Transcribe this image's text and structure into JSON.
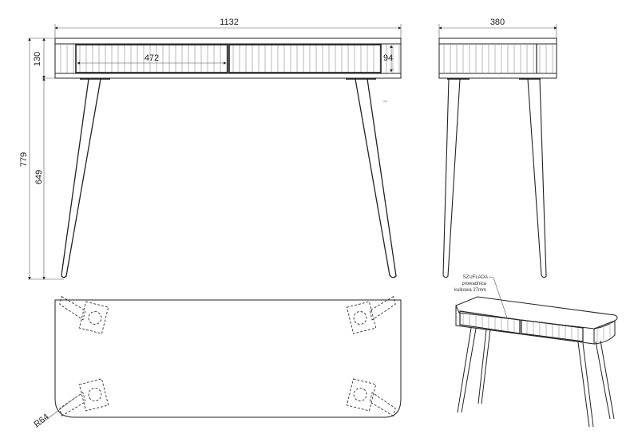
{
  "drawing": {
    "subject": "console table with two fluted drawers",
    "colors": {
      "line": "#222222",
      "slat": "#9a9a9a",
      "background": "#ffffff"
    }
  },
  "front_view": {
    "width_label": "1132",
    "apron_height_label": "130",
    "total_height_label": "779",
    "leg_height_label": "649",
    "drawer_width_label": "472",
    "drawer_height_label": "94"
  },
  "side_view": {
    "depth_label": "380"
  },
  "top_view": {
    "corner_radius_label": "R64"
  },
  "iso_view": {
    "callout": {
      "line1": "SZUFLADA",
      "line2": "prowadnica",
      "line3": "kulkowa 27mm"
    }
  }
}
